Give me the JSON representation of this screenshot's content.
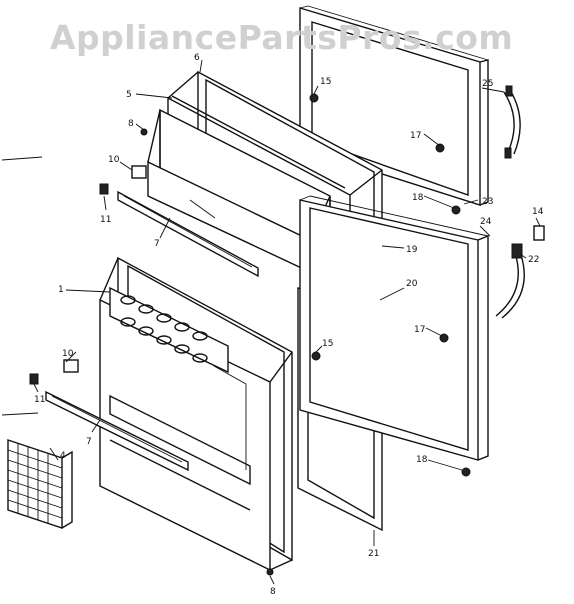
{
  "watermark": "AppliancePartsPros.com",
  "callouts": [
    {
      "id": "c1",
      "text": "1"
    },
    {
      "id": "c4",
      "text": "4"
    },
    {
      "id": "c5",
      "text": "5"
    },
    {
      "id": "c6",
      "text": "6"
    },
    {
      "id": "c7a",
      "text": "7"
    },
    {
      "id": "c7b",
      "text": "7"
    },
    {
      "id": "c8a",
      "text": "8"
    },
    {
      "id": "c8b",
      "text": "8"
    },
    {
      "id": "c10a",
      "text": "10"
    },
    {
      "id": "c10b",
      "text": "10"
    },
    {
      "id": "c11a",
      "text": "11"
    },
    {
      "id": "c11b",
      "text": "11"
    },
    {
      "id": "c14",
      "text": "14"
    },
    {
      "id": "c15a",
      "text": "15"
    },
    {
      "id": "c15b",
      "text": "15"
    },
    {
      "id": "c17a",
      "text": "17"
    },
    {
      "id": "c17b",
      "text": "17"
    },
    {
      "id": "c18a",
      "text": "18"
    },
    {
      "id": "c18b",
      "text": "18"
    },
    {
      "id": "c19",
      "text": "19"
    },
    {
      "id": "c20",
      "text": "20"
    },
    {
      "id": "c21",
      "text": "21"
    },
    {
      "id": "c22",
      "text": "22"
    },
    {
      "id": "c23",
      "text": "23"
    },
    {
      "id": "c24",
      "text": "24"
    },
    {
      "id": "c25",
      "text": "25"
    }
  ]
}
